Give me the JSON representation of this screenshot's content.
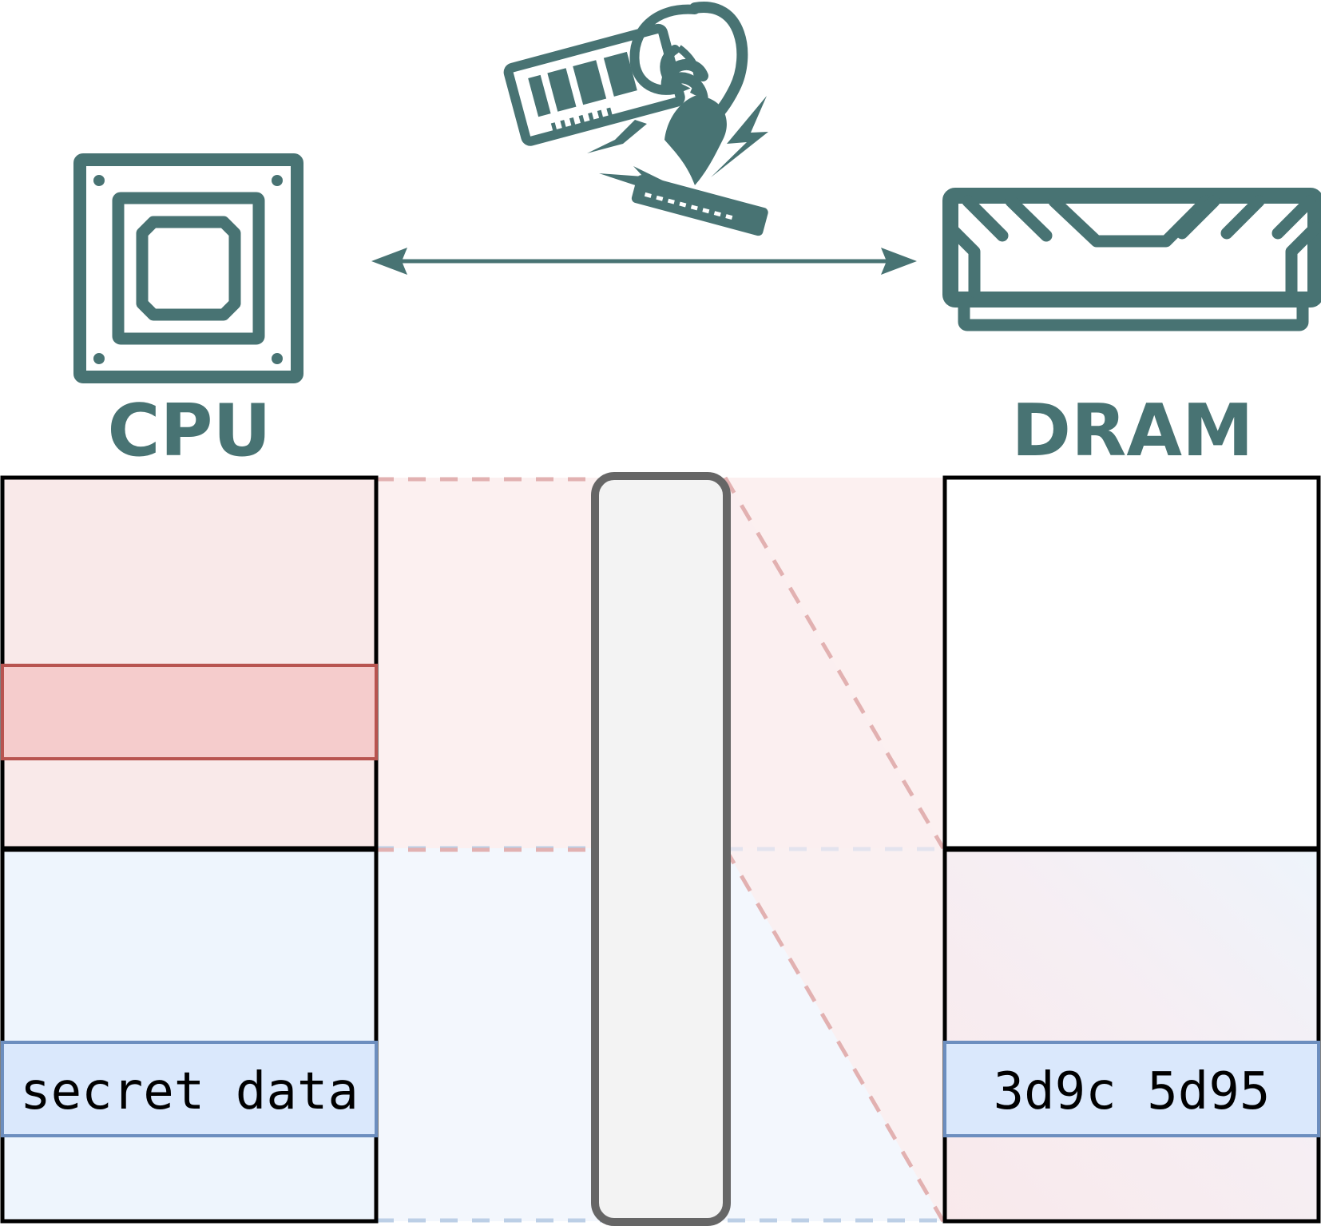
{
  "cpu": {
    "label": "CPU",
    "data_block_text": "secret data"
  },
  "dram": {
    "label": "DRAM",
    "data_block_text": "3d9c 5d95"
  },
  "icons": {
    "processor": "cpu-chip-icon",
    "memory": "ram-module-icon",
    "attack_mascot": "rowhammer-ram-icon",
    "link": "bidirectional-arrow-icon"
  },
  "colors": {
    "icon_teal": "#487373",
    "red_region_fill": "#f9e9e9",
    "red_row_fill": "#f5cccc",
    "red_row_stroke": "#b85450",
    "blue_region_fill": "#eef5fd",
    "blue_row_fill": "#dae8fc",
    "blue_row_stroke": "#6c8ebf",
    "bus_fill": "#f3f3f3",
    "bus_stroke": "#666666",
    "dashed_red": "#e2b1b1",
    "dashed_blue": "#bccfe6"
  }
}
